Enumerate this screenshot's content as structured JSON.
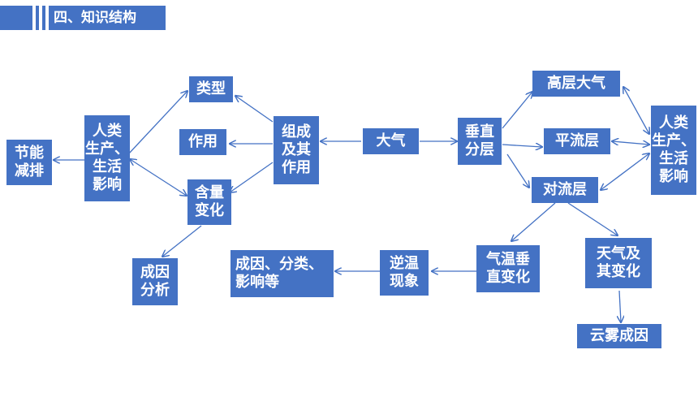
{
  "header": {
    "title": "四、知识结构"
  },
  "colors": {
    "box": "#4472c4",
    "line": "#4472c4",
    "text": "#ffffff"
  },
  "nodes": {
    "jienengjianpai": "节能\n减排",
    "renlei_left": "人类\n生产、\n生活\n影响",
    "leixing": "类型",
    "zuoyong": "作用",
    "hanliang": "含量\n变化",
    "chengyin_fenxi": "成因\n分析",
    "zucheng": "组成\n及其\n作用",
    "daqi": "大气",
    "chuizhi": "垂直\n分层",
    "gaoceng": "高层大气",
    "pingliu": "平流层",
    "duiliu": "对流层",
    "renlei_right": "人类\n生产、\n生活\n影响",
    "qiwen": "气温垂\n直变化",
    "niwen": "逆温\n现象",
    "chengyin_fenlei": "成因、分类、\n影响等",
    "tianqi": "天气及\n其变化",
    "yunwu": "云雾成因"
  }
}
